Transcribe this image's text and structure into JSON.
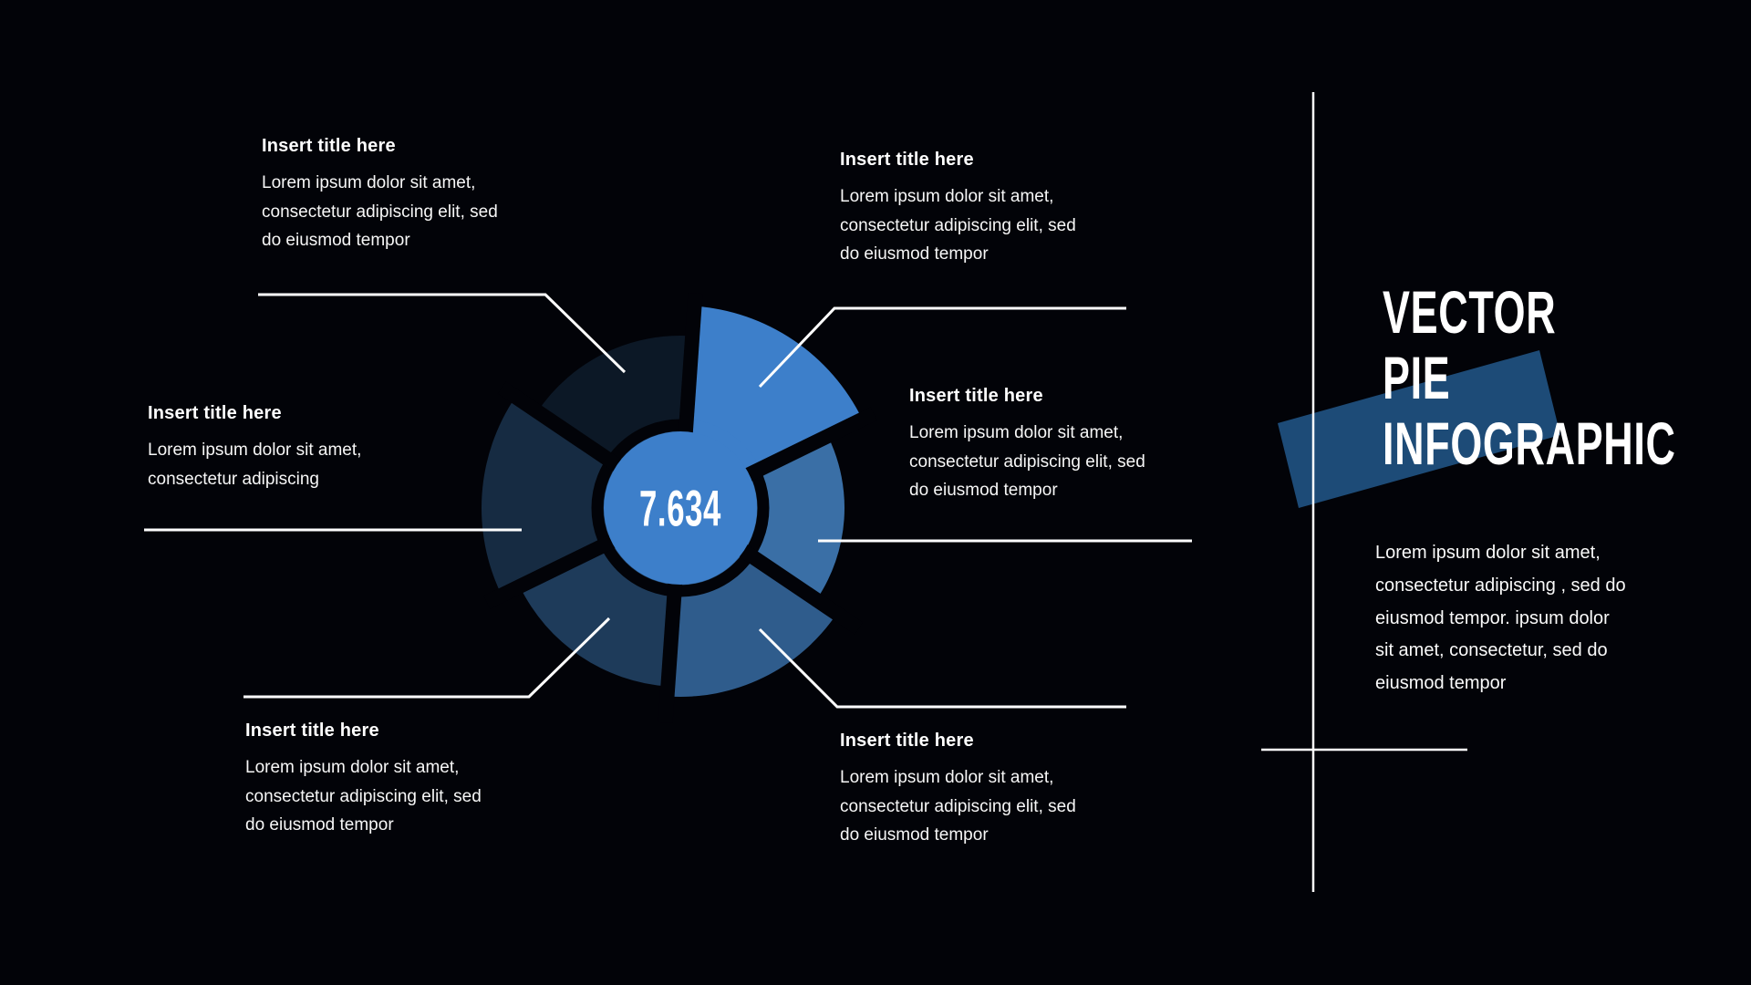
{
  "page": {
    "background_color": "#020308",
    "text_color": "#ffffff",
    "accent_color": "#3d7fca"
  },
  "chart_data": {
    "type": "pie",
    "title": "Vector pie infographic",
    "center_label": "7.634",
    "center_circle_color": "#3d7fca",
    "gap_color": "#020308",
    "rotation_deg": 4,
    "legend": "none",
    "slices": [
      {
        "label": "slice-top",
        "start_deg": 0,
        "end_deg": 60,
        "radius": 222,
        "color": "#3d7fca",
        "attached_to_center": true
      },
      {
        "label": "slice-right",
        "start_deg": 60,
        "end_deg": 120,
        "radius": 180,
        "color": "#3a6fa6",
        "attached_to_center": false
      },
      {
        "label": "slice-bottom-right",
        "start_deg": 120,
        "end_deg": 180,
        "radius": 207,
        "color": "#2f5c8c",
        "attached_to_center": false
      },
      {
        "label": "slice-bottom-left",
        "start_deg": 180,
        "end_deg": 240,
        "radius": 196,
        "color": "#1e3b5a",
        "attached_to_center": false
      },
      {
        "label": "slice-left",
        "start_deg": 240,
        "end_deg": 300,
        "radius": 218,
        "color": "#162b42",
        "attached_to_center": false
      },
      {
        "label": "slice-top-left",
        "start_deg": 300,
        "end_deg": 360,
        "radius": 189,
        "color": "#0c1826",
        "attached_to_center": false
      }
    ]
  },
  "callouts": [
    {
      "id": "top-left",
      "title": "Insert title here",
      "body_lines": [
        "Lorem ipsum dolor sit amet,",
        "consectetur adipiscing elit, sed",
        "do eiusmod tempor"
      ]
    },
    {
      "id": "top-right",
      "title": "Insert title here",
      "body_lines": [
        "Lorem ipsum dolor sit amet,",
        "consectetur adipiscing elit, sed",
        "do eiusmod tempor"
      ]
    },
    {
      "id": "right",
      "title": "Insert title here",
      "body_lines": [
        "Lorem ipsum dolor sit amet,",
        "consectetur adipiscing elit, sed",
        "do eiusmod tempor"
      ]
    },
    {
      "id": "left",
      "title": "Insert title here",
      "body_lines": [
        "Lorem ipsum dolor sit amet,",
        "consectetur adipiscing"
      ]
    },
    {
      "id": "bottom-left",
      "title": "Insert title here",
      "body_lines": [
        "Lorem ipsum dolor sit amet,",
        "consectetur adipiscing elit, sed",
        "do eiusmod tempor"
      ]
    },
    {
      "id": "bottom-right",
      "title": "Insert title here",
      "body_lines": [
        "Lorem ipsum dolor sit amet,",
        "consectetur adipiscing elit, sed",
        "do eiusmod tempor"
      ]
    }
  ],
  "panel": {
    "title_lines": [
      "VECTOR",
      "PIE",
      "INFOGRAPHIC"
    ],
    "ribbon_color": "#1d4b77",
    "paragraph_lines": [
      "Lorem ipsum dolor sit amet,",
      "consectetur adipiscing , sed do",
      "eiusmod tempor. ipsum dolor",
      "sit amet, consectetur, sed do",
      "eiusmod tempor"
    ]
  }
}
